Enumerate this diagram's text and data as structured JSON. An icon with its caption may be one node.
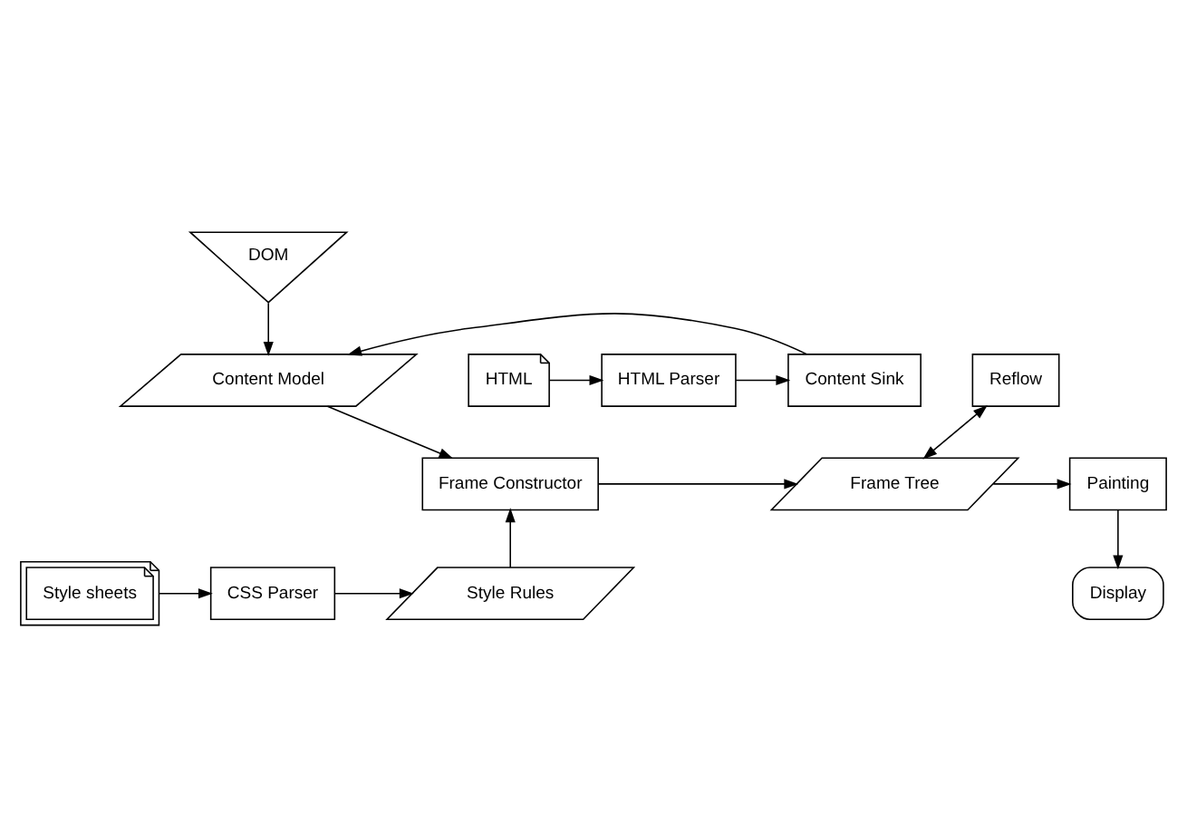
{
  "diagram": {
    "nodes": [
      {
        "text": [
          "DOM"
        ]
      },
      {
        "text": [
          "HTML"
        ]
      },
      {
        "text": [
          "HTML Parser"
        ]
      },
      {
        "text": [
          "Content Sink"
        ]
      },
      {
        "text": [
          "Content Model"
        ]
      },
      {
        "text": [
          "Reflow"
        ]
      },
      {
        "text": [
          "Frame Constructor"
        ]
      },
      {
        "text": [
          "Frame Tree"
        ]
      },
      {
        "text": [
          "Painting"
        ]
      },
      {
        "text": [
          "Display"
        ]
      },
      {
        "text": [
          "Style sheets"
        ]
      },
      {
        "text": [
          "CSS Parser"
        ]
      },
      {
        "text": [
          "Style Rules"
        ]
      }
    ],
    "edges": [
      {
        "from": 1,
        "to": 2,
        "arrow": "to"
      },
      {
        "from": 2,
        "to": 3,
        "arrow": "to"
      },
      {
        "from": 3,
        "to": 4,
        "arrow": "to"
      },
      {
        "from": 0,
        "to": 4,
        "arrow": "to"
      },
      {
        "from": 4,
        "to": 6,
        "arrow": "to"
      },
      {
        "from": 6,
        "to": 7,
        "arrow": "to"
      },
      {
        "from": 7,
        "to": 5,
        "arrow": "both"
      },
      {
        "from": 7,
        "to": 8,
        "arrow": "to"
      },
      {
        "from": 8,
        "to": 9,
        "arrow": "to"
      },
      {
        "from": 10,
        "to": 11,
        "arrow": "to"
      },
      {
        "from": 11,
        "to": 12,
        "arrow": "to"
      },
      {
        "from": 12,
        "to": 6,
        "arrow": "to"
      }
    ]
  }
}
